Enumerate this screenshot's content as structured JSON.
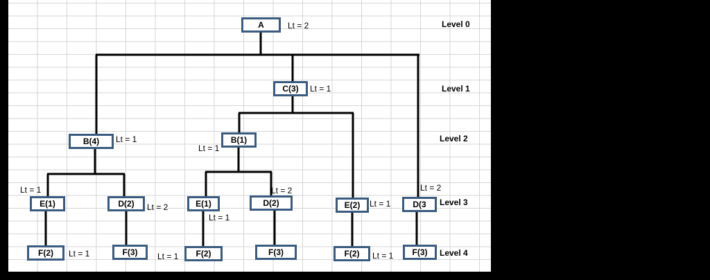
{
  "levels": [
    "Level 0",
    "Level 1",
    "Level 2",
    "Level 3",
    "Level 4"
  ],
  "nodes": {
    "A": {
      "label": "A",
      "lt": "Lt = 2"
    },
    "C3": {
      "label": "C(3)",
      "lt": "Lt = 1"
    },
    "B4": {
      "label": "B(4)",
      "lt": "Lt = 1"
    },
    "B1": {
      "label": "B(1)",
      "lt": "Lt = 1"
    },
    "E1a": {
      "label": "E(1)",
      "lt": "Lt = 1"
    },
    "D2a": {
      "label": "D(2)",
      "lt": "Lt = 2"
    },
    "E1b": {
      "label": "E(1)",
      "lt": "Lt = 1"
    },
    "D2b": {
      "label": "D(2)",
      "lt": "Lt = 2"
    },
    "E2": {
      "label": "E(2)",
      "lt": "Lt = 1"
    },
    "D3": {
      "label": "D(3",
      "lt": "Lt = 2"
    },
    "F2a": {
      "label": "F(2)",
      "lt": "Lt = 1"
    },
    "F3a": {
      "label": "F(3)",
      "lt": ""
    },
    "F2b": {
      "label": "F(2)",
      "lt": "Lt = 1"
    },
    "F3b": {
      "label": "F(3)",
      "lt": ""
    },
    "F2c": {
      "label": "F(2)",
      "lt": "Lt = 1"
    },
    "F3c": {
      "label": "F(3)",
      "lt": ""
    }
  }
}
